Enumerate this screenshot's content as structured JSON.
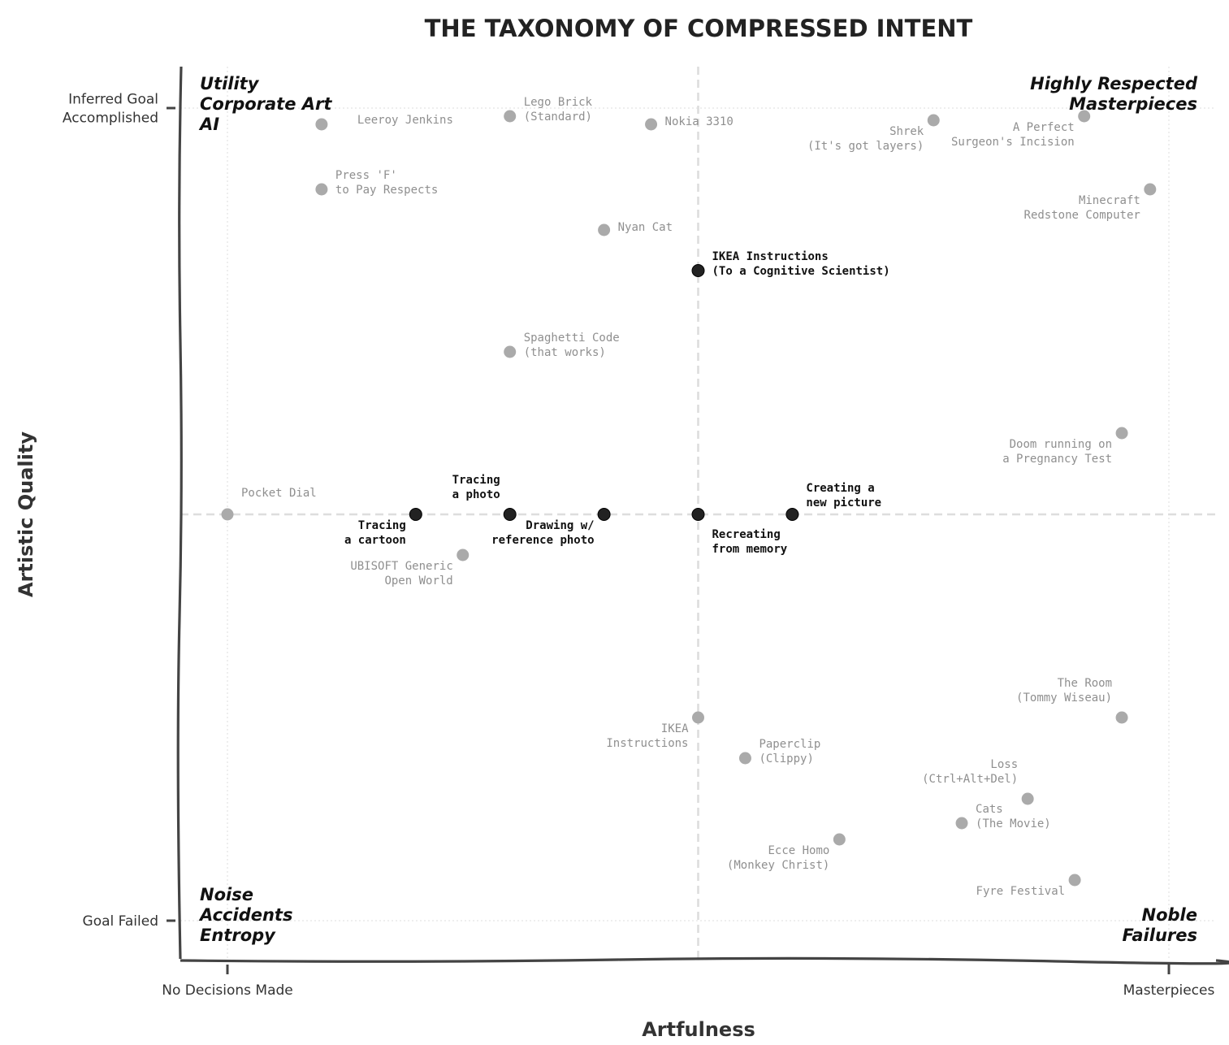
{
  "chart_data": {
    "type": "scatter",
    "title": "THE TAXONOMY OF COMPRESSED INTENT",
    "xlabel": "Artfulness",
    "ylabel": "Artistic Quality",
    "xlim": [
      -0.5,
      10.5
    ],
    "ylim": [
      -0.5,
      10.5
    ],
    "x_ticks": [
      {
        "value": 0,
        "label": "No Decisions Made"
      },
      {
        "value": 10,
        "label": "Masterpieces"
      }
    ],
    "y_ticks": [
      {
        "value": 0,
        "label": "Goal Failed"
      },
      {
        "value": 10,
        "label": "Inferred Goal\nAccomplished"
      }
    ],
    "grid": true,
    "reference_lines": {
      "x": 5,
      "y": 5
    },
    "quadrants": [
      {
        "position": "top-left",
        "text": "Utility\nCorporate Art\nAI"
      },
      {
        "position": "top-right",
        "text": "Highly Respected\nMasterpieces"
      },
      {
        "position": "bottom-left",
        "text": "Noise\nAccidents\nEntropy"
      },
      {
        "position": "bottom-right",
        "text": "Noble\nFailures"
      }
    ],
    "colors": {
      "highlight": "#222222",
      "background": "#aaaaaa",
      "reference": "#dddddd",
      "axis": "#444444"
    },
    "series": [
      {
        "style": "highlight",
        "points": [
          {
            "x": 2,
            "y": 5,
            "label": "Tracing\na cartoon",
            "pos": "below-left"
          },
          {
            "x": 3,
            "y": 5,
            "label": "Tracing\na photo",
            "pos": "above-left"
          },
          {
            "x": 4,
            "y": 5,
            "label": "Drawing w/\nreference photo",
            "pos": "below-left"
          },
          {
            "x": 5,
            "y": 5,
            "label": "Recreating\nfrom memory",
            "pos": "below-right"
          },
          {
            "x": 6,
            "y": 5,
            "label": "Creating a\nnew picture",
            "pos": "above-right"
          },
          {
            "x": 5,
            "y": 8,
            "label": "IKEA Instructions\n(To a Cognitive Scientist)",
            "pos": "right"
          }
        ]
      },
      {
        "style": "background",
        "points": [
          {
            "x": 0,
            "y": 5,
            "label": "Pocket Dial",
            "pos": "above-right"
          },
          {
            "x": 1,
            "y": 9.8,
            "label": "Leeroy Jenkins",
            "pos": "right-far"
          },
          {
            "x": 1,
            "y": 9,
            "label": "Press 'F'\nto Pay Respects",
            "pos": "right"
          },
          {
            "x": 3,
            "y": 9.9,
            "label": "Lego Brick\n(Standard)",
            "pos": "right"
          },
          {
            "x": 4.5,
            "y": 9.8,
            "label": "Nokia 3310",
            "pos": "right"
          },
          {
            "x": 4,
            "y": 8.5,
            "label": "Nyan Cat",
            "pos": "right"
          },
          {
            "x": 3,
            "y": 7,
            "label": "Spaghetti Code\n(that works)",
            "pos": "right"
          },
          {
            "x": 2.5,
            "y": 4.5,
            "label": "UBISOFT Generic\nOpen World",
            "pos": "below-left"
          },
          {
            "x": 7.5,
            "y": 9.85,
            "label": "Shrek\n(It's got layers)",
            "pos": "below-left"
          },
          {
            "x": 9.1,
            "y": 9.9,
            "label": "A Perfect\nSurgeon's Incision",
            "pos": "below-left"
          },
          {
            "x": 9.8,
            "y": 9,
            "label": "Minecraft\nRedstone Computer",
            "pos": "below-left"
          },
          {
            "x": 9.5,
            "y": 6,
            "label": "Doom running on\na Pregnancy Test",
            "pos": "below-left"
          },
          {
            "x": 5,
            "y": 2.5,
            "label": "IKEA\nInstructions",
            "pos": "below-left"
          },
          {
            "x": 5.5,
            "y": 2,
            "label": "Paperclip\n(Clippy)",
            "pos": "right"
          },
          {
            "x": 9.5,
            "y": 2.5,
            "label": "The Room\n(Tommy Wiseau)",
            "pos": "above-left"
          },
          {
            "x": 8.5,
            "y": 1.5,
            "label": "Loss\n(Ctrl+Alt+Del)",
            "pos": "above-left"
          },
          {
            "x": 7.8,
            "y": 1.2,
            "label": "Cats\n(The Movie)",
            "pos": "right"
          },
          {
            "x": 6.5,
            "y": 1,
            "label": "Ecce Homo\n(Monkey Christ)",
            "pos": "below-left"
          },
          {
            "x": 9,
            "y": 0.5,
            "label": "Fyre Festival",
            "pos": "below-left"
          }
        ]
      }
    ]
  }
}
